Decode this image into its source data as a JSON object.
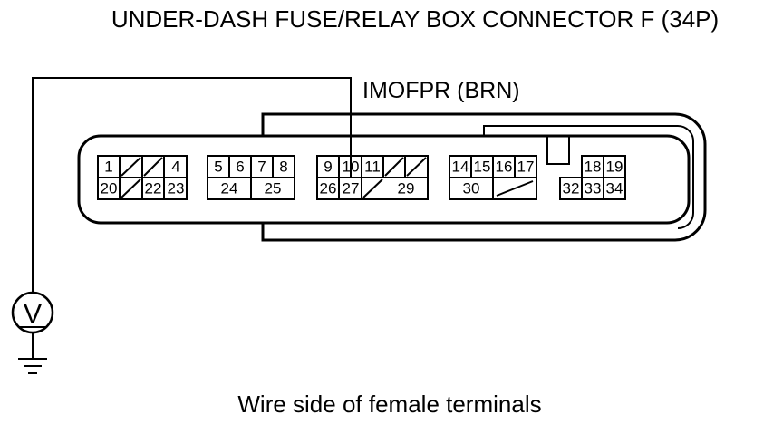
{
  "title": "UNDER-DASH FUSE/RELAY BOX CONNECTOR F (34P)",
  "wire_label": "IMOFPR (BRN)",
  "caption": "Wire side of female terminals",
  "meter_symbol": "V",
  "colors": {
    "ink": "#000000",
    "background": "#ffffff"
  },
  "groups": [
    {
      "name": "g1",
      "top": [
        "1",
        "",
        "",
        "4"
      ],
      "bottom": [
        "20",
        "",
        "22",
        "23"
      ]
    },
    {
      "name": "g2",
      "top": [
        "5",
        "6",
        "7",
        "8"
      ],
      "bottom": [
        "24",
        "25"
      ]
    },
    {
      "name": "g3",
      "top": [
        "9",
        "10",
        "11",
        "",
        ""
      ],
      "bottom": [
        "26",
        "27",
        "",
        "29"
      ]
    },
    {
      "name": "g4",
      "top": [
        "14",
        "15",
        "16",
        "17"
      ],
      "bottom": [
        "30",
        ""
      ]
    },
    {
      "name": "g5",
      "top": [
        "18",
        "19"
      ],
      "bottom": [
        "32",
        "33",
        "34"
      ]
    }
  ]
}
